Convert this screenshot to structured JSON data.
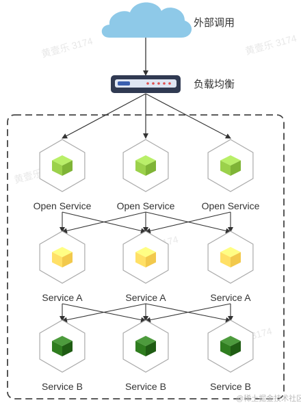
{
  "top": {
    "external_label": "外部调用",
    "lb_label": "负载均衡"
  },
  "rows": [
    {
      "label": "Open Service",
      "cube_color": "#9bd14b",
      "cube_shade": "#7fb436",
      "count": 3
    },
    {
      "label": "Service A",
      "cube_color": "#ffe066",
      "cube_shade": "#f2c94c",
      "count": 3
    },
    {
      "label": "Service B",
      "cube_color": "#2f7d1f",
      "cube_shade": "#1f5c13",
      "count": 3
    }
  ],
  "watermarks": [
    "黄壹乐 3174",
    "黄壹乐 3174",
    "黄壹乐 3174",
    "黄壹乐 3174",
    "黄壹乐 3174"
  ],
  "footer": {
    "credit": "@稀土掘金技术社区"
  },
  "colors": {
    "cloud": "#8ec9e8",
    "lb_body": "#303a52",
    "lb_panel": "#dfe6f3",
    "lb_leds": "#e05050",
    "arrow": "#333333",
    "dashed_border": "#444444",
    "hex_stroke": "#aaaaaa"
  }
}
